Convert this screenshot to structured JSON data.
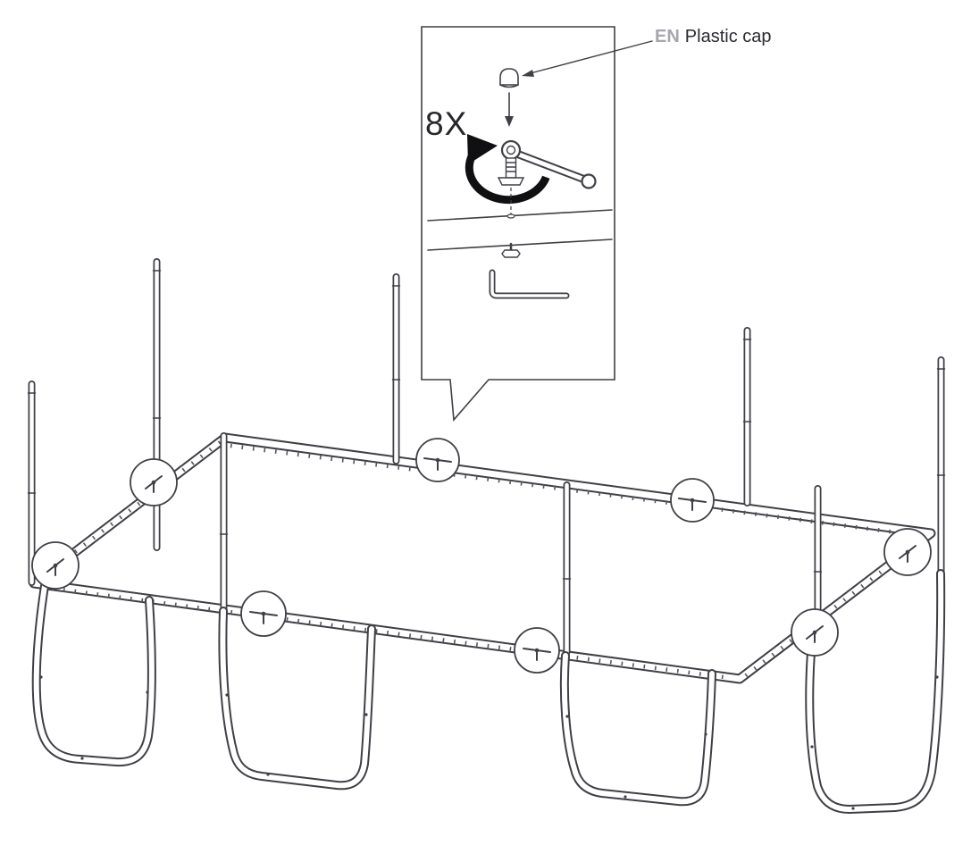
{
  "callout": {
    "quantity_label": "8X",
    "part_label": {
      "language": "EN",
      "name": "Plastic cap"
    },
    "tools": [
      "open-end-wrench",
      "allen-key"
    ],
    "hardware": [
      "plastic-cap",
      "bolt",
      "locknut"
    ],
    "joint_count": 8
  },
  "colors": {
    "line": "#3f3f46",
    "language_code_text": "#a6a6ae",
    "label_text": "#2b2b31",
    "rotation_arrow": "#101012",
    "background": "#ffffff"
  }
}
